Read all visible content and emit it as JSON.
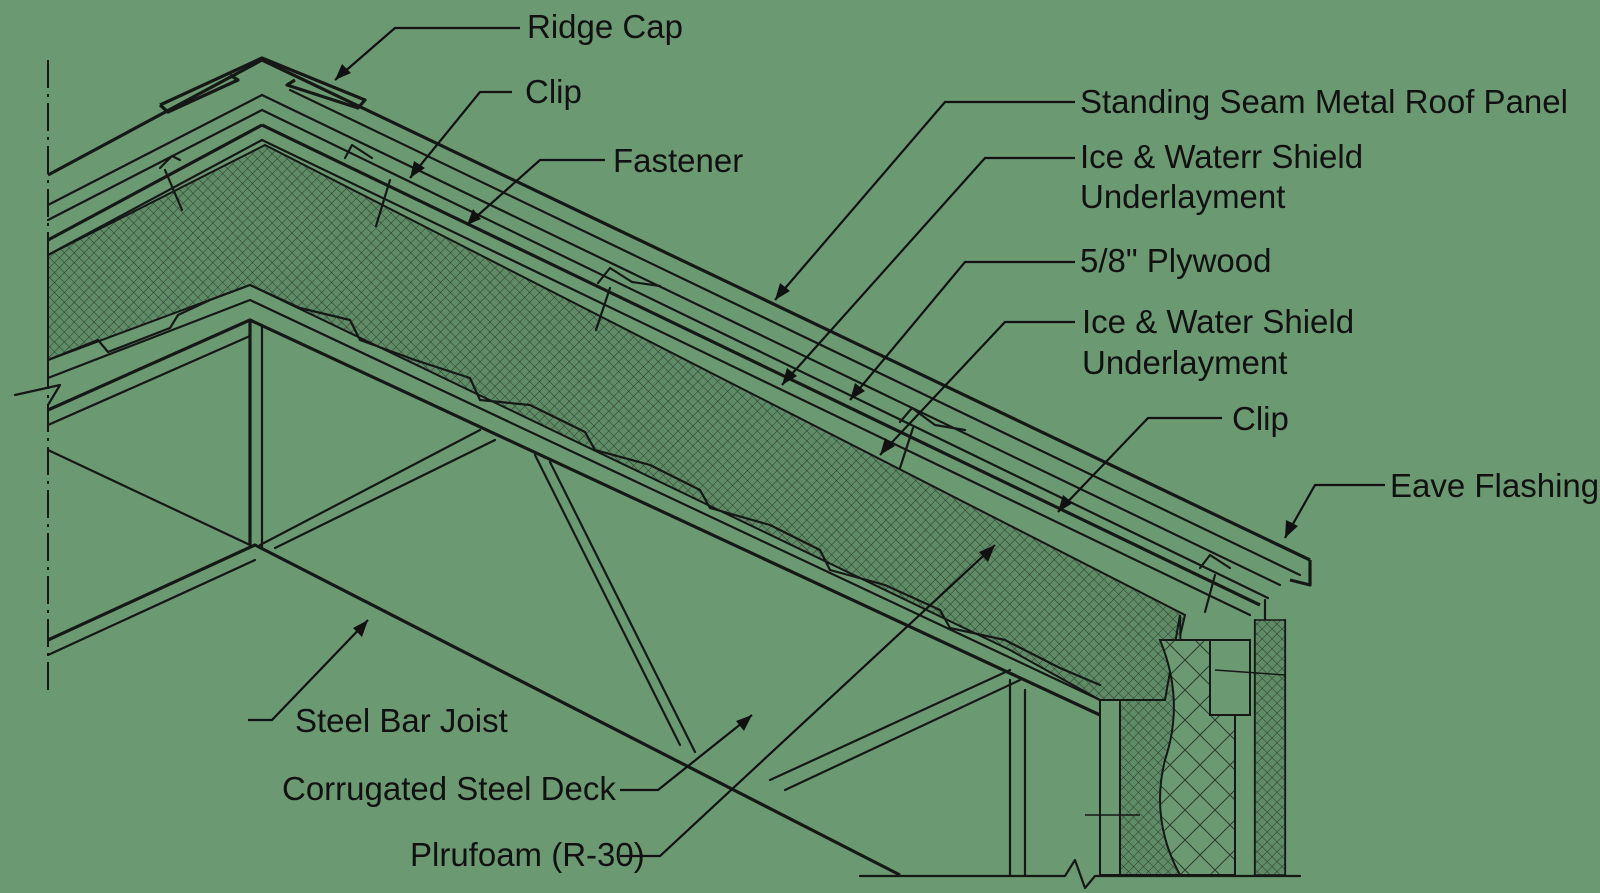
{
  "labels": {
    "ridge_cap": "Ridge Cap",
    "clip_top": "Clip",
    "fastener": "Fastener",
    "standing_seam": "Standing Seam Metal Roof Panel",
    "ice_water_1_line1": "Ice & Waterr Shield",
    "ice_water_1_line2": "Underlayment",
    "plywood": "5/8\" Plywood",
    "ice_water_2_line1": "Ice & Water Shield",
    "ice_water_2_line2": "Underlayment",
    "clip_bottom": "Clip",
    "eave_flashing": "Eave Flashing",
    "steel_bar_joist": "Steel Bar Joist",
    "corrugated_deck": "Corrugated Steel Deck",
    "insulation": "Plrufoam (R-30)"
  },
  "colors": {
    "background": "#6b9a72",
    "linework": "#151815",
    "insulation_fill": "#5f8c67"
  }
}
